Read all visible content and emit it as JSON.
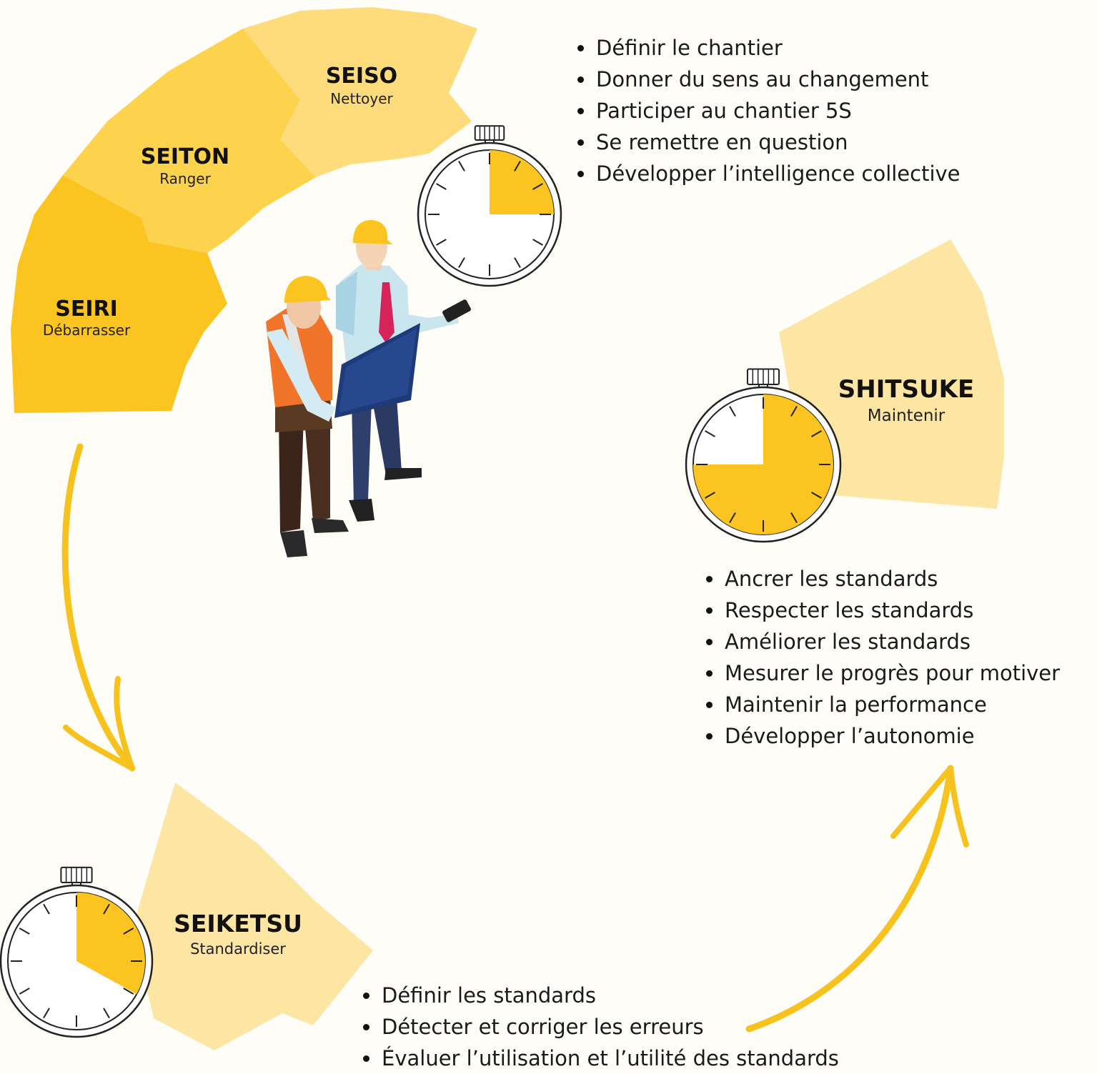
{
  "phases": {
    "seiri": {
      "title": "SEIRI",
      "subtitle": "Débarrasser"
    },
    "seiton": {
      "title": "SEITON",
      "subtitle": "Ranger"
    },
    "seiso": {
      "title": "SEISO",
      "subtitle": "Nettoyer"
    },
    "shitsuke": {
      "title": "SHITSUKE",
      "subtitle": "Maintenir"
    },
    "seiketsu": {
      "title": "SEIKETSU",
      "subtitle": "Standardiser"
    }
  },
  "lists": {
    "top": [
      "Définir le chantier",
      "Donner du sens au changement",
      "Participer au chantier 5S",
      "Se remettre en question",
      "Développer l’intelligence collective"
    ],
    "shitsuke": [
      "Ancrer les standards",
      "Respecter les standards",
      "Améliorer les standards",
      "Mesurer le progrès pour motiver",
      "Maintenir la performance",
      "Développer l’autonomie"
    ],
    "seiketsu": [
      "Définir les standards",
      "Détecter et corriger les erreurs",
      "Évaluer l’utilisation et l’utilité des standards"
    ]
  },
  "timers": {
    "top_fill": 0.25,
    "shitsuke_fill": 0.75,
    "seiketsu_fill": 0.33
  },
  "colors": {
    "seiri": "#fcc420",
    "seiton": "#fdd24c",
    "seiso": "#fedc7c",
    "pale_sector": "#fde6a3",
    "palest_sector": "#fdefc4",
    "arrow": "#f7c21e",
    "timer_fill": "#fcc420"
  },
  "icons": [
    "stopwatch-icon",
    "workers-illustration",
    "curved-arrow-icon"
  ]
}
